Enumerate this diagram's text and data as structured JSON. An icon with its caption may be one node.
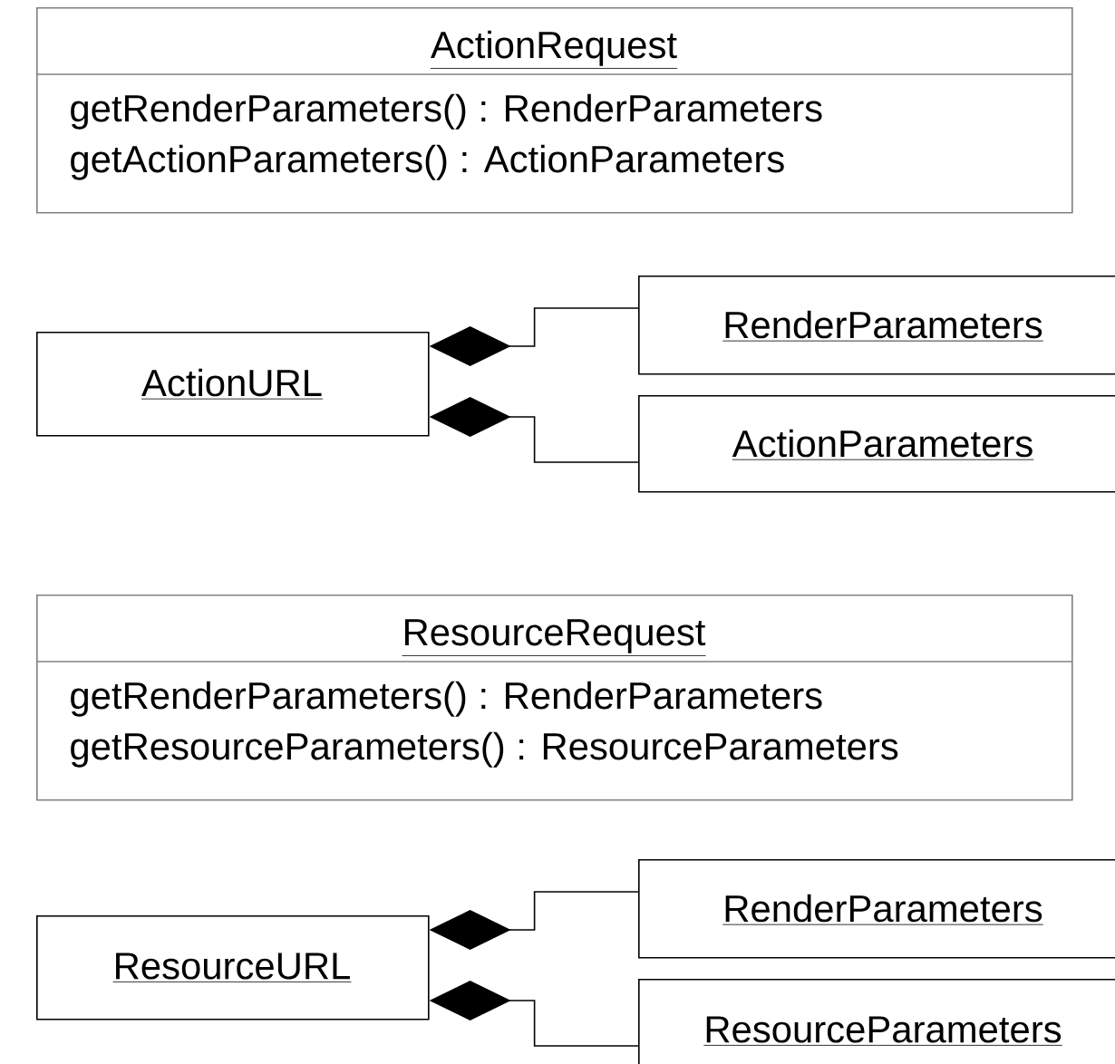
{
  "diagram": {
    "nodes": [
      {
        "text": [
          "ActionRequest",
          "getRenderParameters() : RenderParameters",
          "getActionParameters() : ActionParameters"
        ]
      },
      {
        "text": [
          "ActionURL"
        ]
      },
      {
        "text": [
          "RenderParameters"
        ]
      },
      {
        "text": [
          "ActionParameters"
        ]
      },
      {
        "text": [
          "ResourceRequest",
          "getRenderParameters() : RenderParameters",
          "getResourceParameters() : ResourceParameters"
        ]
      },
      {
        "text": [
          "ResourceURL"
        ]
      },
      {
        "text": [
          "RenderParameters"
        ]
      },
      {
        "text": [
          "ResourceParameters"
        ]
      }
    ],
    "edges": [
      {
        "from": 1,
        "to": 2,
        "arrow": "other"
      },
      {
        "from": 1,
        "to": 3,
        "arrow": "other"
      },
      {
        "from": 5,
        "to": 6,
        "arrow": "other"
      },
      {
        "from": 5,
        "to": 7,
        "arrow": "other"
      }
    ]
  }
}
